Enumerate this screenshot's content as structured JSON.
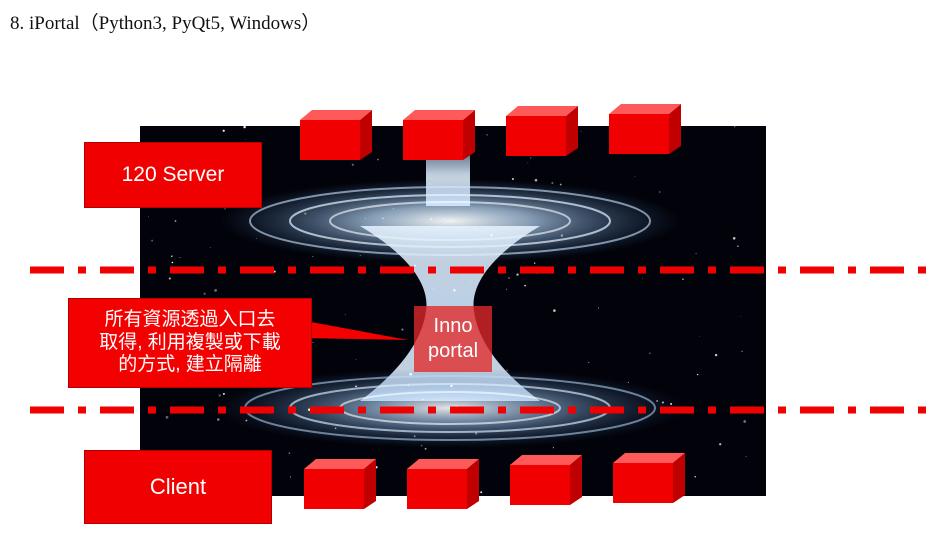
{
  "heading": "8. iPortal（Python3, PyQt5, Windows）",
  "server_label": "120 Server",
  "client_label": "Client",
  "note_lines": [
    "所有資源透過入口去",
    "取得, 利用複製或下載",
    "的方式, 建立隔離"
  ],
  "portal_label_lines": [
    "Inno",
    "portal"
  ],
  "colors": {
    "red": "#f00000",
    "space": "#02030a",
    "glow": "#bfe0ff"
  }
}
